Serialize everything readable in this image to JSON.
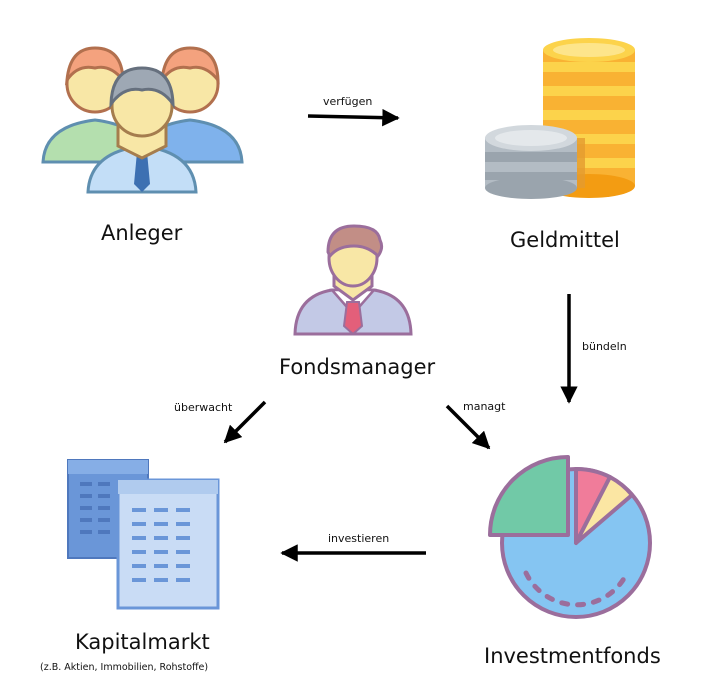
{
  "nodes": {
    "anleger": {
      "label": "Anleger"
    },
    "geldmittel": {
      "label": "Geldmittel"
    },
    "fondsmanager": {
      "label": "Fondsmanager"
    },
    "kapitalmarkt": {
      "label": "Kapitalmarkt",
      "sublabel": "(z.B. Aktien, Immobilien, Rohstoffe)"
    },
    "investmentfonds": {
      "label": "Investmentfonds"
    }
  },
  "edges": {
    "verfuegen": {
      "label": "verfügen"
    },
    "buendeln": {
      "label": "bündeln"
    },
    "ueberwacht": {
      "label": "überwacht"
    },
    "managt": {
      "label": "managt"
    },
    "investieren": {
      "label": "investieren"
    }
  },
  "colors": {
    "arrow": "#000000",
    "gold": "#f9b233",
    "silver": "#b3bcc4",
    "person_skin": "#f8e7a6",
    "person_outline": "#9b6e9c",
    "pie_blue": "#85c5f2",
    "pie_green": "#71c9a7",
    "pie_pink": "#f07c9a",
    "pie_yellow": "#fbe6a3",
    "doc_blue": "#6a96d8",
    "doc_light": "#c9dcf5"
  },
  "icons": {
    "anleger": "people-group-icon",
    "geldmittel": "coin-stack-icon",
    "fondsmanager": "businessman-icon",
    "kapitalmarkt": "documents-icon",
    "investmentfonds": "pie-chart-icon"
  }
}
